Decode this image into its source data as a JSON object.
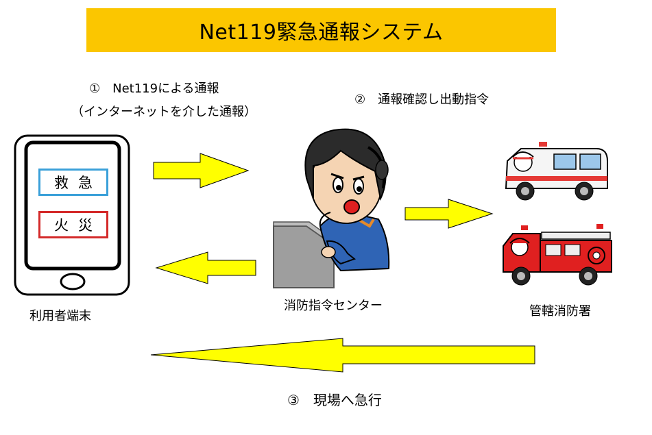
{
  "title": "Net119緊急通報システム",
  "step1": {
    "label": "①　Net119による通報",
    "sublabel": "（インターネットを介した通報）"
  },
  "step2": {
    "label": "②　通報確認し出動指令"
  },
  "step3": {
    "label": "③　現場へ急行"
  },
  "phone": {
    "caption": "利用者端末",
    "buttons": [
      {
        "label": "救急",
        "color": "#3aa0d9"
      },
      {
        "label": "火災",
        "color": "#d42a2a"
      }
    ]
  },
  "center_caption": "消防指令センター",
  "station_caption": "管轄消防署",
  "colors": {
    "banner": "#fbc600",
    "arrow": "#ffff00",
    "ambulance_stripe": "#e53935",
    "fire_engine": "#e02020",
    "uniform": "#2f64b5",
    "console": "#9e9e9e"
  },
  "icons": [
    "smartphone-icon",
    "dispatcher-icon",
    "ambulance-icon",
    "fire-engine-icon"
  ]
}
